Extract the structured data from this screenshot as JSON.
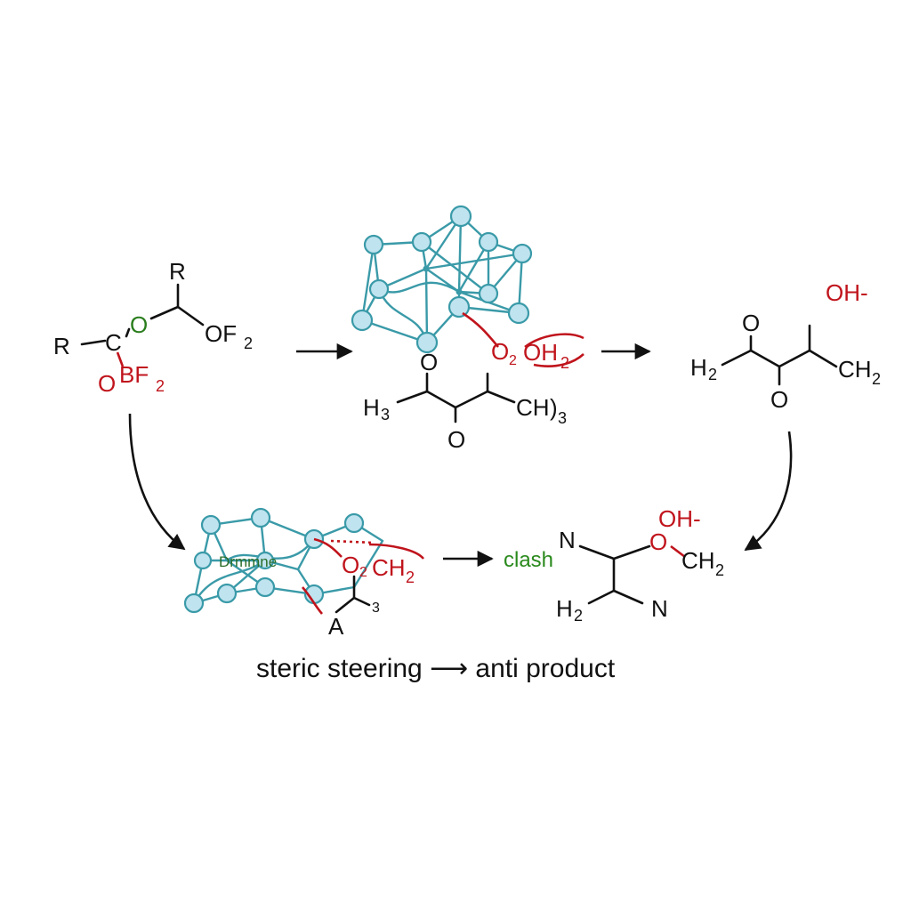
{
  "colors": {
    "oxygen": "#c0141c",
    "ring_oxygen": "#2a7d1d",
    "cage": "#3a9aa8",
    "atom_fill": "#bfe3ef",
    "text": "#111111",
    "clash": "#2a8a1d"
  },
  "reactant": {
    "r_top": "R",
    "r_left": "R",
    "c": "C",
    "o_ring": "O",
    "of2": "OF",
    "of2_sub": "2",
    "o_red": "O",
    "bf2": "BF",
    "bf2_sub": "2"
  },
  "catalyst_complex": {
    "o_red": "O",
    "o_red_sub": "2",
    "oh2": "OH",
    "oh2_sub": "2",
    "o_top": "O",
    "o_bottom": "O",
    "h3": "H",
    "h3_sub": "3",
    "ch3": "CH",
    "ch3_suffix": ")",
    "ch3_sub": "3"
  },
  "product_top": {
    "oh": "OH-",
    "o_top": "O",
    "o_mid": "O",
    "h2": "H",
    "h2_sub": "2",
    "ch2": "CH",
    "ch2_sub": "2"
  },
  "clash_complex": {
    "cage_text": "Drmmne",
    "o": "O",
    "o_sub": "2",
    "ch2": "CH",
    "ch2_sub": "2",
    "a": "A",
    "frag": "3"
  },
  "product_bottom": {
    "clash": "clash",
    "n_top": "N",
    "oh": "OH-",
    "o": "O",
    "ch2": "CH",
    "ch2_sub": "2",
    "h2": "H",
    "h2_sub": "2",
    "n_bottom": "N"
  },
  "caption": "steric steering ⟶ anti product"
}
